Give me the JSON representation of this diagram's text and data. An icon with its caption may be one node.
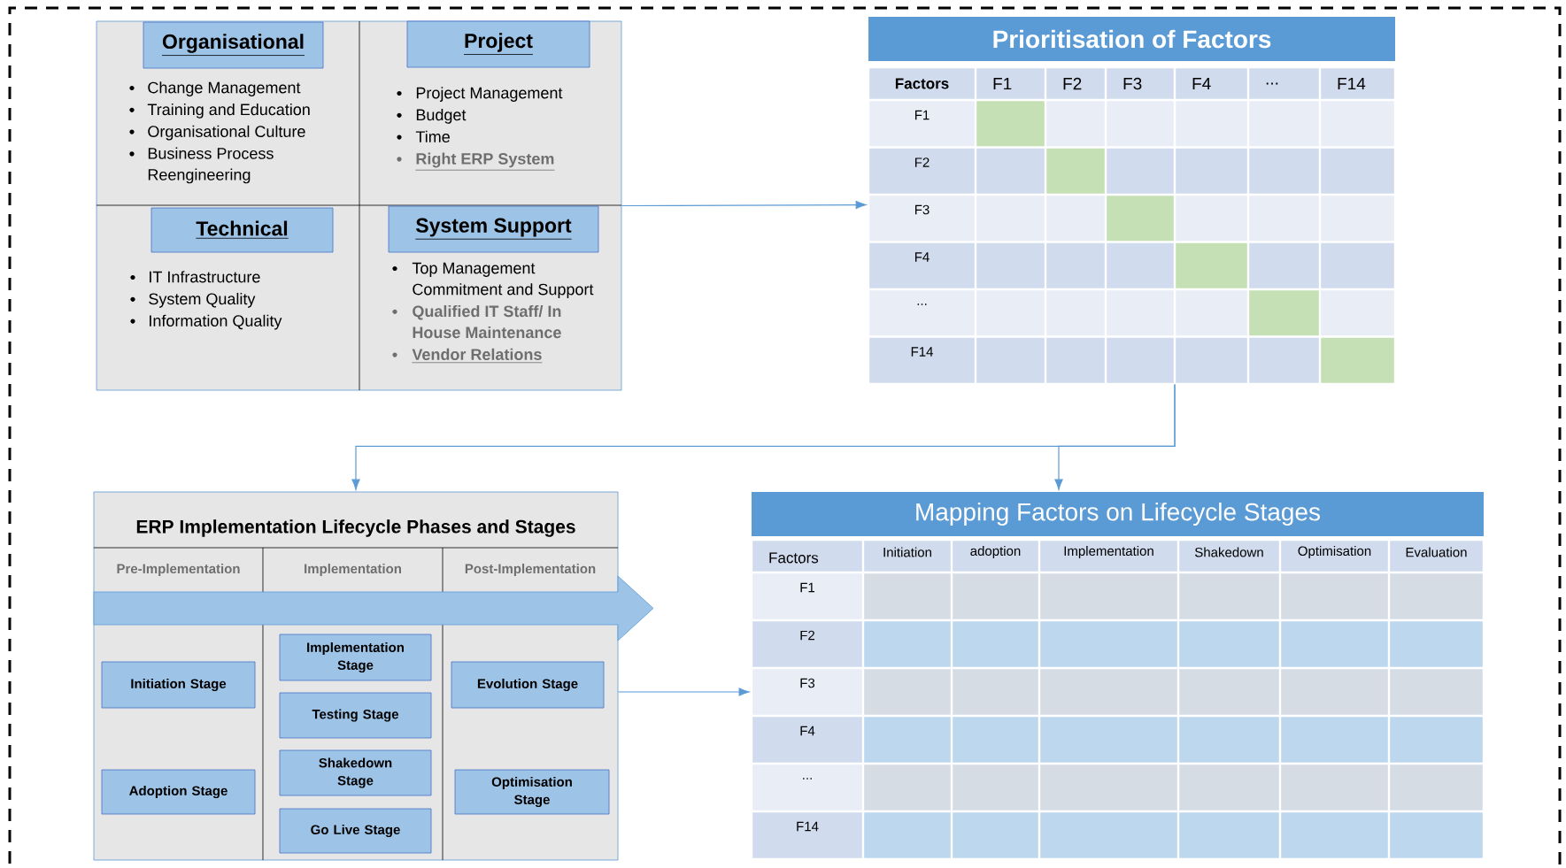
{
  "diagram": {
    "nodes": [
      {
        "text": [],
        "shape": "box"
      },
      {
        "text": [
          "Organisational",
          "Change Management",
          "Training and Education",
          "Organisational Culture",
          "Business Process Reengineering"
        ],
        "in": 0
      },
      {
        "text": [
          "Project",
          "Project Management",
          "Budget",
          "Time",
          "Right ERP System"
        ],
        "in": 0
      },
      {
        "text": [
          "Technical",
          "IT Infrastructure",
          "System Quality",
          "Information Quality"
        ],
        "in": 0
      },
      {
        "text": [
          "System Support",
          "Top Management Commitment and Support",
          "Qualified IT Staff/ In House Maintenance",
          "Vendor Relations"
        ],
        "in": 0
      },
      {
        "text": [
          "Prioritisation of Factors",
          "Factors",
          "F1",
          "F2",
          "F3",
          "F4",
          "...",
          "F14",
          "F1",
          "F2",
          "F3",
          "F4",
          "...",
          "F14"
        ]
      },
      {
        "text": [
          "ERP Implementation Lifecycle Phases and Stages",
          "Pre-Implementation",
          "Implementation",
          "Post-Implementation"
        ]
      },
      {
        "text": [
          "Initiation Stage"
        ],
        "in": 6
      },
      {
        "text": [
          "Adoption Stage"
        ],
        "in": 6
      },
      {
        "text": [
          "Implementation Stage"
        ],
        "in": 6
      },
      {
        "text": [
          "Testing Stage"
        ],
        "in": 6
      },
      {
        "text": [
          "Shakedown Stage"
        ],
        "in": 6
      },
      {
        "text": [
          "Go Live Stage"
        ],
        "in": 6
      },
      {
        "text": [
          "Evolution Stage"
        ],
        "in": 6
      },
      {
        "text": [
          "Optimisation Stage"
        ],
        "in": 6
      },
      {
        "text": [
          "Mapping Factors on Lifecycle Stages",
          "Factors",
          "Initiation",
          "adoption",
          "Implementation",
          "Shakedown",
          "Optimisation",
          "Evaluation",
          "F1",
          "F2",
          "F3",
          "F4",
          "...",
          "F14"
        ]
      }
    ],
    "edges": [
      {
        "from": 0,
        "to": 5,
        "arrow": "to"
      },
      {
        "from": 5,
        "to": 6,
        "arrow": "to"
      },
      {
        "from": 5,
        "to": 15,
        "arrow": "to"
      },
      {
        "from": 6,
        "to": 15,
        "arrow": "to"
      }
    ]
  }
}
